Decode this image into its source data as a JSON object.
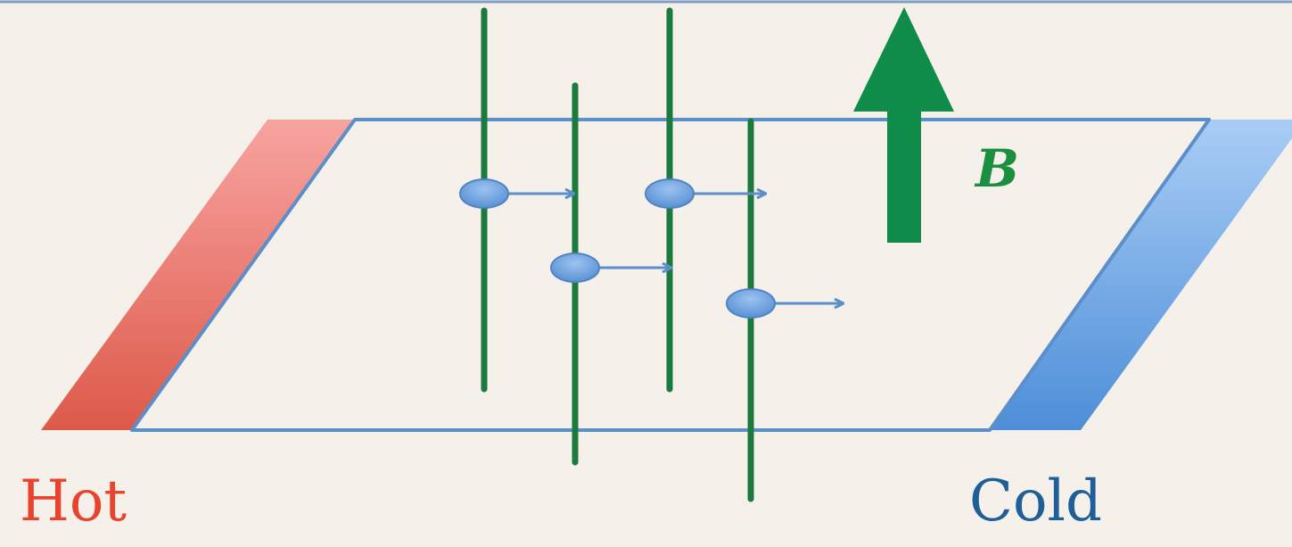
{
  "labels": {
    "hot": "Hot",
    "cold": "Cold",
    "field": "B"
  },
  "colors": {
    "background": "#f5f1ea",
    "hot": "#e8442d",
    "cold": "#1f5f99",
    "field": "#1a8f3f",
    "plate_outline": "#5b8fc9",
    "vortex_line": "#1c7a3e",
    "particle": "#6fa3e0"
  },
  "diagram": {
    "vortex_line_count": 4,
    "particle_count": 4,
    "field_arrow_direction": "up",
    "particle_motion_direction": "right"
  }
}
